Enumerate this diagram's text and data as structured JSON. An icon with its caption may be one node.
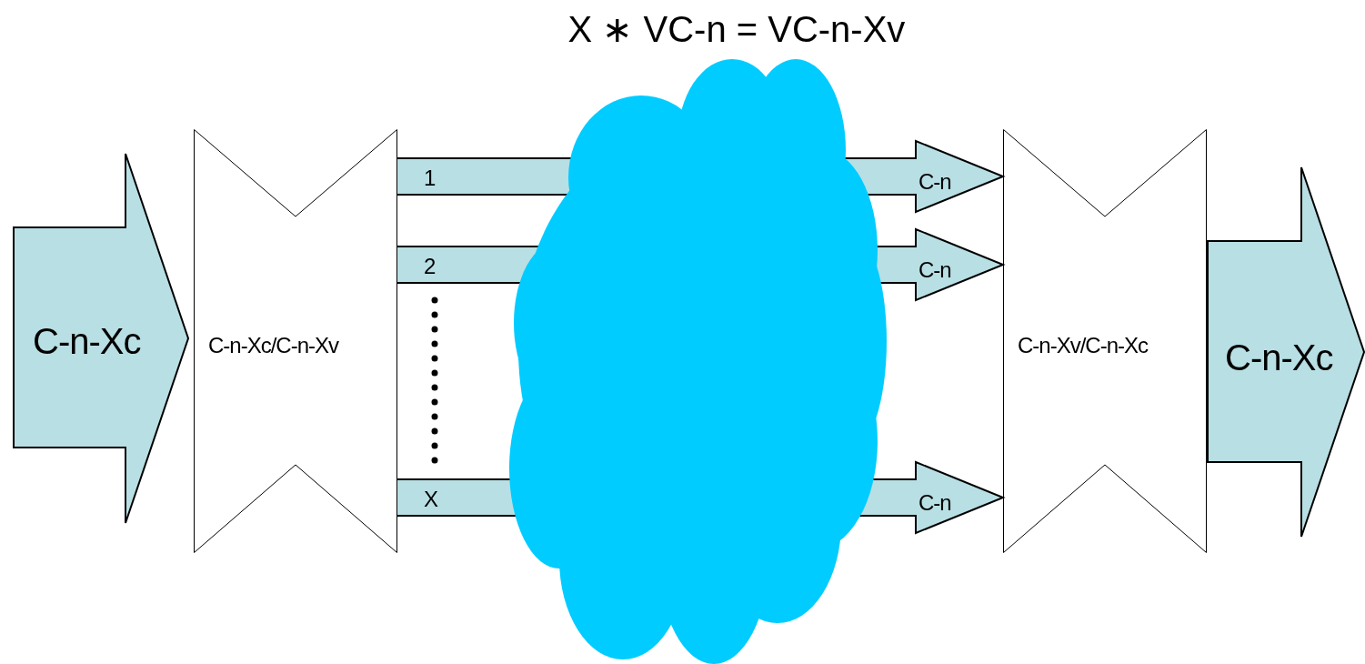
{
  "diagram": {
    "title": "X ∗ VC-n = VC-n-Xv",
    "nodes": [
      {
        "text": [
          "C-n-Xc"
        ]
      },
      {
        "text": [
          "C-n-Xc/C-n-Xv"
        ]
      },
      {
        "text": [],
        "shape": "cloud"
      },
      {
        "text": [
          "C-n-Xv/C-n-Xc"
        ]
      },
      {
        "text": [
          "C-n-Xc"
        ]
      }
    ],
    "edges": [
      {
        "from": 1,
        "to": 3,
        "arrow": "to"
      },
      {
        "from": 1,
        "to": 3,
        "arrow": "to"
      },
      {
        "from": 1,
        "to": 3,
        "arrow": "to"
      }
    ],
    "labels": [
      "1",
      "C-n",
      "2",
      "C-n",
      "X",
      "C-n"
    ]
  }
}
